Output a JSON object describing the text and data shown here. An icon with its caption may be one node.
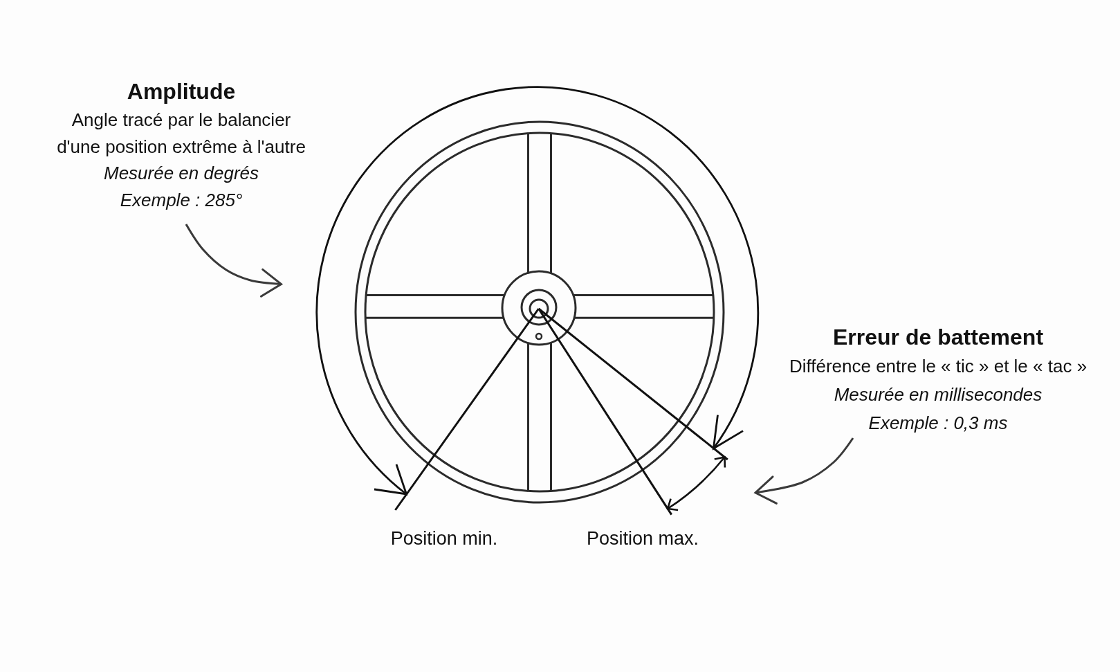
{
  "diagram": {
    "nodes": [
      {
        "text": [
          "Amplitude",
          "Angle tracé par le balancier d'une position extrême à l'autre",
          "Mesurée en degrés",
          "Exemple : 285°"
        ]
      },
      {
        "text": [
          "Erreur de battement",
          "Différence entre le « tic » et le « tac »",
          "Mesurée en millisecondes",
          "Exemple : 0,3 ms"
        ]
      }
    ],
    "edges": [
      {
        "from": 0,
        "to": null,
        "arrow": "to"
      },
      {
        "from": 1,
        "to": null,
        "arrow": "to"
      }
    ],
    "labels": [
      "Position min.",
      "Position max."
    ]
  }
}
